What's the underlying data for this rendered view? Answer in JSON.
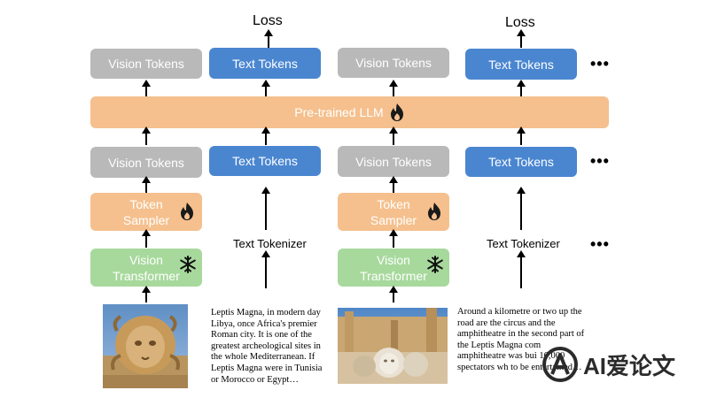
{
  "top": {
    "loss_label": "Loss",
    "vision_tokens_label": "Vision Tokens",
    "text_tokens_label": "Text Tokens",
    "dots": "•••"
  },
  "llm": {
    "label": "Pre-trained LLM",
    "icon": "fire-icon"
  },
  "middle": {
    "vision_tokens_label": "Vision Tokens",
    "text_tokens_label": "Text Tokens"
  },
  "sampler": {
    "line1": "Token",
    "line2": "Sampler",
    "icon": "fire-icon"
  },
  "tokenizer": {
    "label": "Text Tokenizer"
  },
  "vit": {
    "line1": "Vision",
    "line2": "Transformer",
    "icon": "snowflake-icon"
  },
  "texts": {
    "left": "Leptis Magna, in modern day Libya, once Africa's premier Roman city. It is one of the greatest archeological sites in the whole Mediterranean. If Leptis Magna were in Tunisia or Morocco or Egypt…",
    "right": "Around a kilometre or two up the road are the circus and the amphitheatre in the second part of the Leptis Magna com amphitheatre was bui 16,000 spectators wh to be entertained…"
  },
  "watermark": {
    "text": "AI爱论文"
  },
  "colors": {
    "gray": "#b9b9b9",
    "blue": "#4a86d0",
    "orange": "#f5c08e",
    "green": "#a7d99c"
  }
}
